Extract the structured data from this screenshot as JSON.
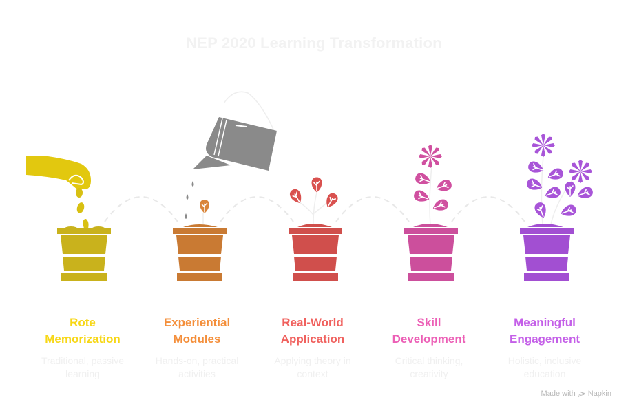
{
  "title": "NEP 2020 Learning Transformation",
  "stages": [
    {
      "label_line1": "Rote",
      "label_line2": "Memorization",
      "desc_line1": "Traditional, passive",
      "desc_line2": "learning",
      "color": "#f7d716",
      "pot_color": "#c9b21c",
      "illustration": "hand-dropping-seeds-icon"
    },
    {
      "label_line1": "Experiential",
      "label_line2": "Modules",
      "desc_line1": "Hands-on, practical",
      "desc_line2": "activities",
      "color": "#f48f3b",
      "pot_color": "#c97a33",
      "illustration": "watering-can-icon"
    },
    {
      "label_line1": "Real-World",
      "label_line2": "Application",
      "desc_line1": "Applying theory in",
      "desc_line2": "context",
      "color": "#f0615e",
      "pot_color": "#d04f4c",
      "illustration": "sprout-icon"
    },
    {
      "label_line1": "Skill",
      "label_line2": "Development",
      "desc_line1": "Critical thinking,",
      "desc_line2": "creativity",
      "color": "#ec5fb6",
      "pot_color": "#cc4f9c",
      "illustration": "flowering-plant-icon"
    },
    {
      "label_line1": "Meaningful",
      "label_line2": "Engagement",
      "desc_line1": "Holistic, inclusive",
      "desc_line2": "education",
      "color": "#c45fe8",
      "pot_color": "#a24fd2",
      "illustration": "full-bloom-plant-icon"
    }
  ],
  "footer": {
    "made_with": "Made with",
    "brand": "Napkin"
  },
  "colors": {
    "connector": "#e8e8e8",
    "watering_can": "#8a8a8a",
    "background": "#ffffff"
  }
}
